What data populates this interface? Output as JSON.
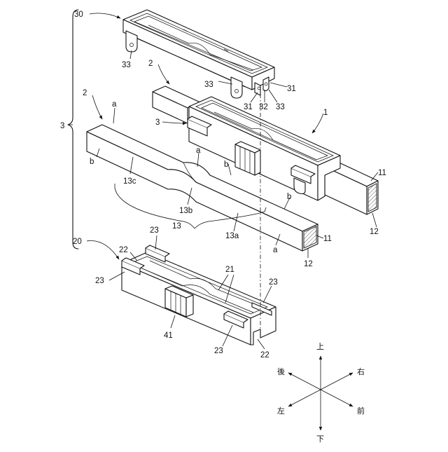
{
  "labels": {
    "l30": "30",
    "l33a": "33",
    "l2a": "2",
    "l2b": "2",
    "la1": "a",
    "l33b": "33",
    "l31a": "31",
    "l31b": "31",
    "l32": "32",
    "l33c": "33",
    "l1": "1",
    "l3": "3",
    "l3b": "3",
    "lb1": "b",
    "la2": "a",
    "lb2": "b",
    "l11a": "11",
    "l13c": "13c",
    "l13b": "13b",
    "lb3": "b",
    "l13": "13",
    "l13a": "13a",
    "l11b": "11",
    "l12a": "12",
    "la3": "a",
    "l12b": "12",
    "l20": "20",
    "l23a": "23",
    "l22a": "22",
    "l23b": "23",
    "l21": "21",
    "l23c": "23",
    "l41": "41",
    "l23d": "23",
    "l22b": "22"
  },
  "directions": {
    "up": "上",
    "down": "下",
    "back": "後",
    "right": "右",
    "left": "左",
    "front": "前"
  }
}
